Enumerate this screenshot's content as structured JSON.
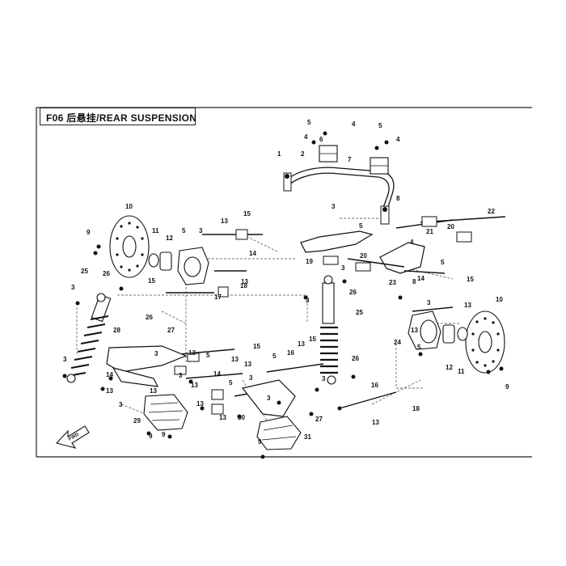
{
  "title": "F06 后悬挂/REAR SUSPENSION",
  "fwd_label": "FWD",
  "callouts": [
    "1",
    "2",
    "3",
    "4",
    "5",
    "6",
    "7",
    "8",
    "9",
    "10",
    "11",
    "12",
    "13",
    "14",
    "15",
    "16",
    "17",
    "18",
    "19",
    "20",
    "21",
    "22",
    "23",
    "24",
    "25",
    "26",
    "27",
    "28",
    "29",
    "30",
    "31"
  ],
  "colors": {
    "ink": "#111111",
    "frame": "#222222",
    "background": "#ffffff"
  }
}
